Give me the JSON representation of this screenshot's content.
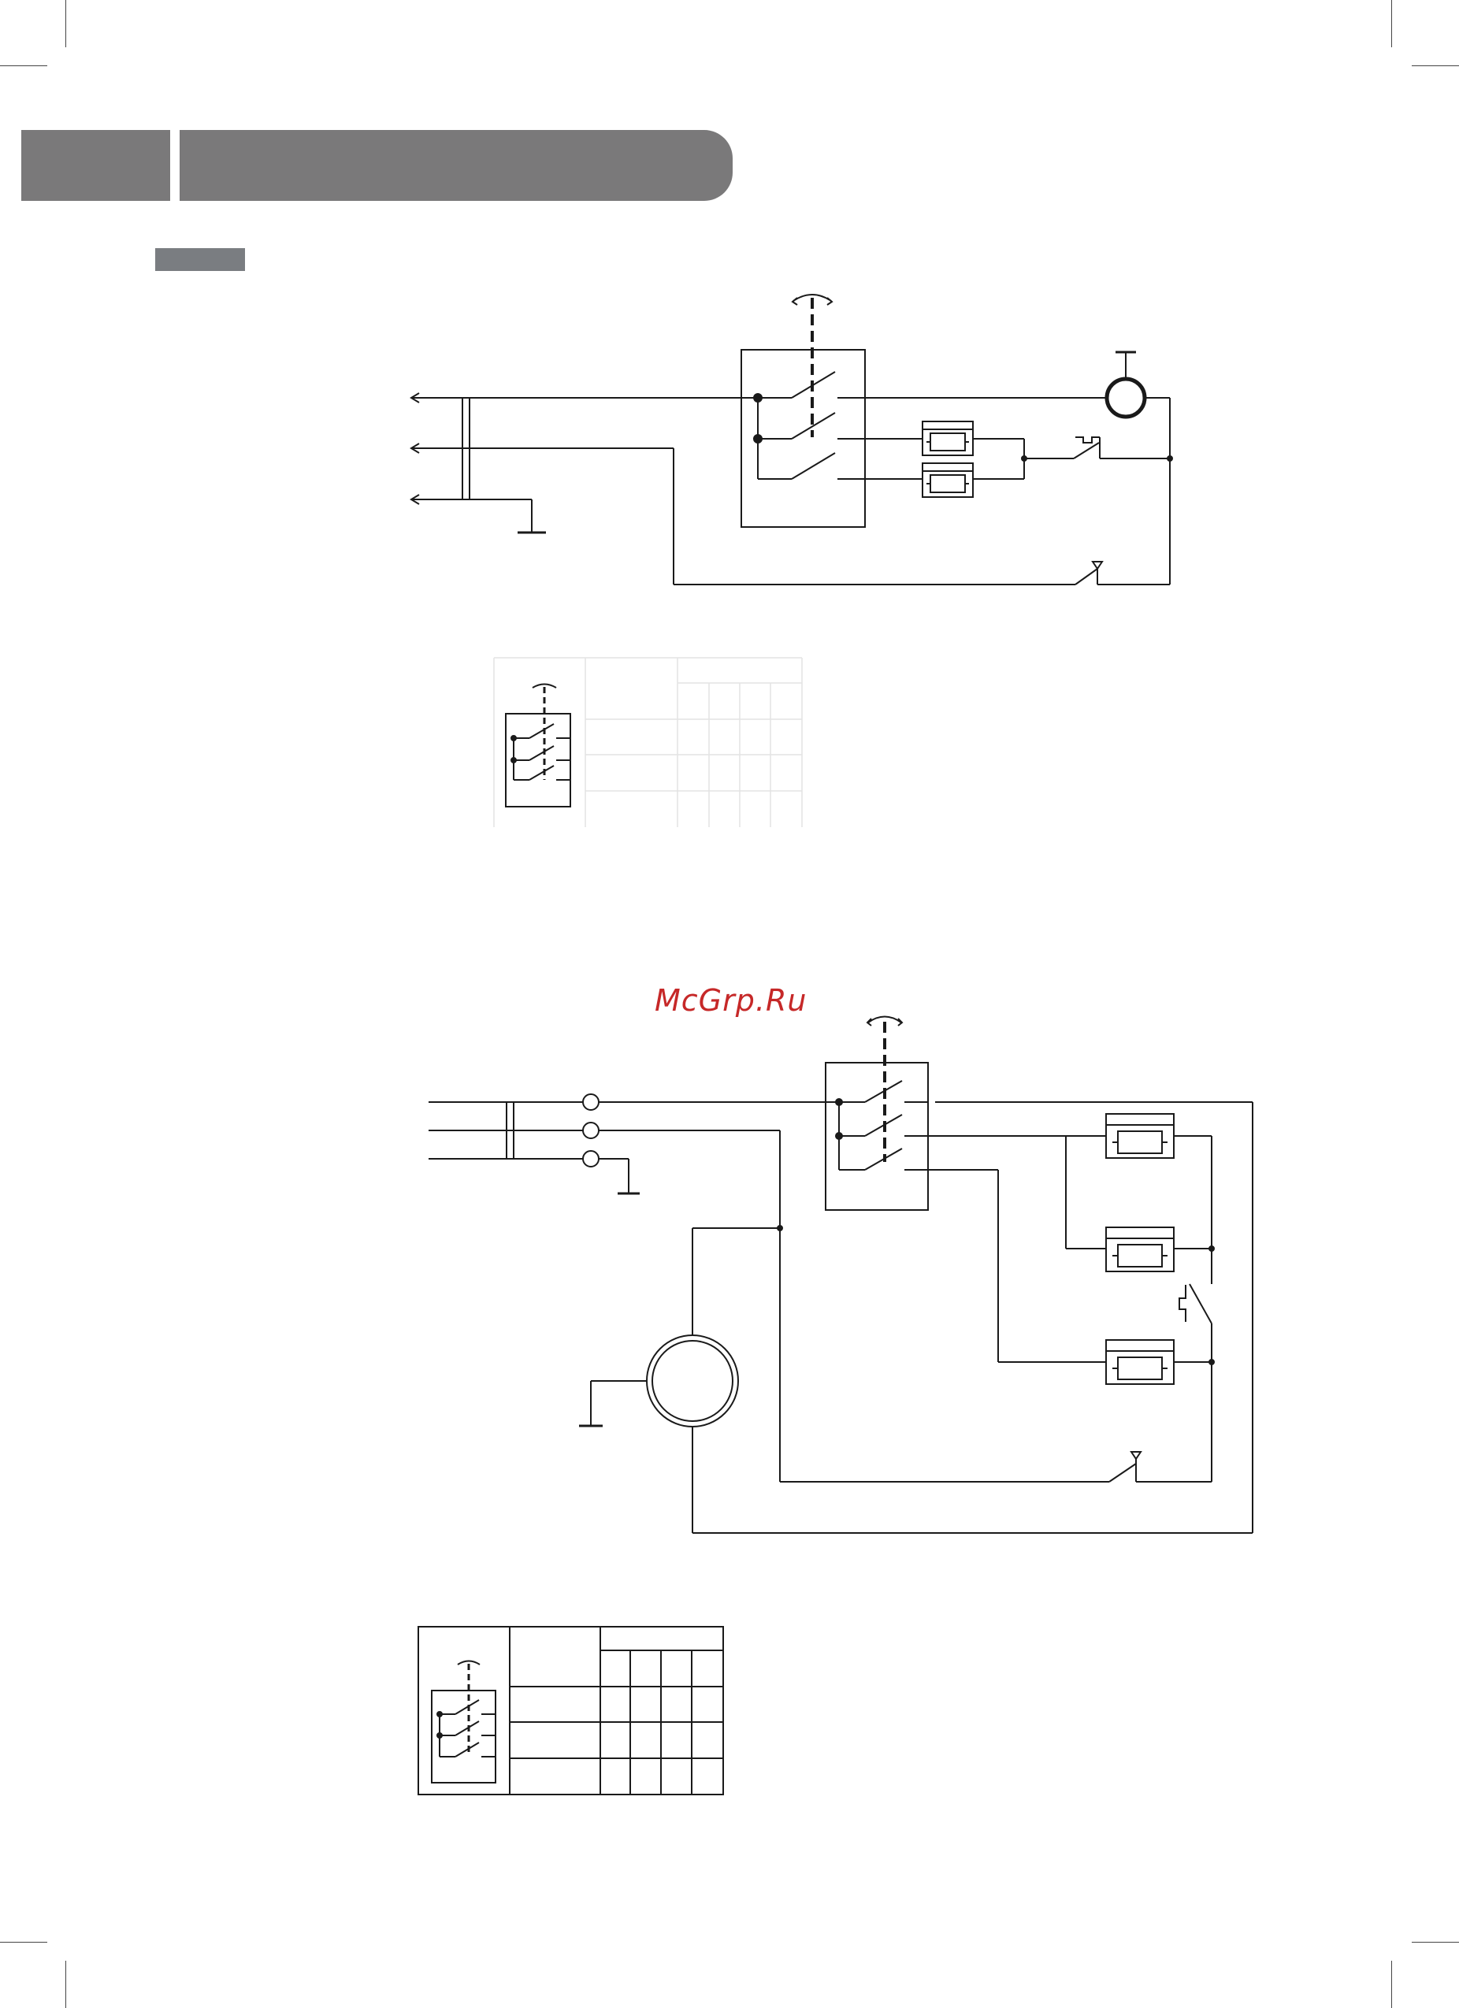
{
  "watermark": "McGrp.Ru",
  "colors": {
    "header": "#7a797a",
    "marker": "#7a7d81",
    "line": "#1a1a1a",
    "grid": "#e3e3e3",
    "watermark": "#c62828"
  },
  "diagrams": [
    {
      "id": "wiring-diagram-1",
      "components": [
        "rotary-switch",
        "motor",
        "heating-element",
        "heating-element",
        "thermostat",
        "thermal-cutout",
        "ground"
      ]
    },
    {
      "id": "switch-position-table-1"
    },
    {
      "id": "wiring-diagram-2",
      "components": [
        "rotary-switch",
        "motor",
        "heating-element",
        "heating-element",
        "heating-element",
        "thermostat",
        "thermal-cutout",
        "terminal-block",
        "ground"
      ]
    },
    {
      "id": "switch-position-table-2"
    }
  ]
}
